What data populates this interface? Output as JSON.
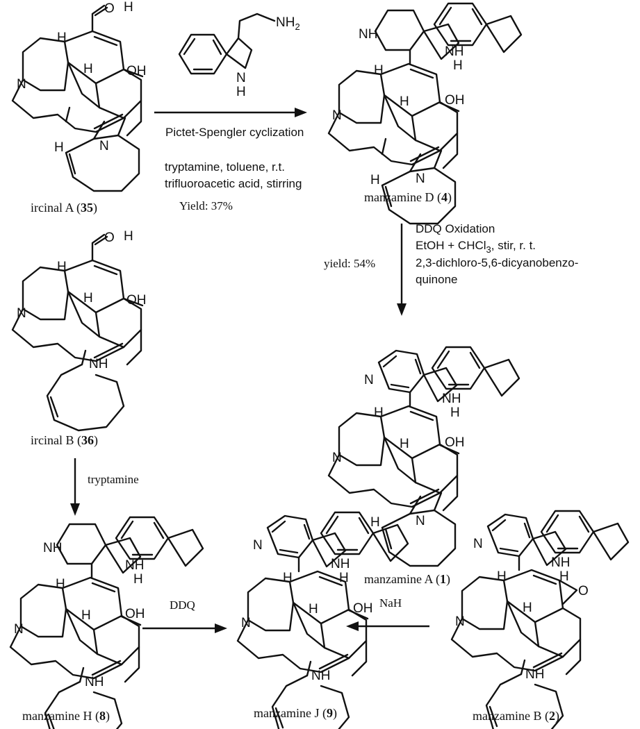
{
  "compounds": {
    "ircinal_a": {
      "name": "ircinal A",
      "num": "35"
    },
    "manzamine_d": {
      "name": "manzamine D",
      "num": "4"
    },
    "ircinal_b": {
      "name": "ircinal B",
      "num": "36"
    },
    "manzamine_a": {
      "name": "manzamine A",
      "num": "1"
    },
    "manzamine_h": {
      "name": "manzamine H",
      "num": "8"
    },
    "manzamine_j": {
      "name": "manzamine J",
      "num": "9"
    },
    "manzamine_b": {
      "name": "manzamine B",
      "num": "2"
    }
  },
  "reactions": {
    "pictet": {
      "title": "Pictet-Spengler cyclization",
      "line1": "tryptamine, toluene, r.t.",
      "line2": "trifluoroacetic acid, stirring",
      "yield": "Yield: 37%"
    },
    "ddq_oxidation": {
      "title": "DDQ Oxidation",
      "line1_pre": "EtOH + CHCl",
      "line1_sub": "3",
      "line1_post": ", stir, r. t.",
      "line2": "2,3-dichloro-5,6-dicyanobenzo-",
      "line3": "quinone",
      "yield": "yield: 54%"
    },
    "tryptamine_step": {
      "label": "tryptamine"
    },
    "ddq_step": {
      "label": "DDQ"
    },
    "nah_step": {
      "label": "NaH"
    }
  },
  "atoms": {
    "O": "O",
    "H": "H",
    "OH": "OH",
    "N": "N",
    "NH": "NH",
    "NH2": "NH",
    "NH2_sub": "2",
    "HN_H": "H",
    "tryp_NH": "N",
    "tryp_H": "H"
  }
}
